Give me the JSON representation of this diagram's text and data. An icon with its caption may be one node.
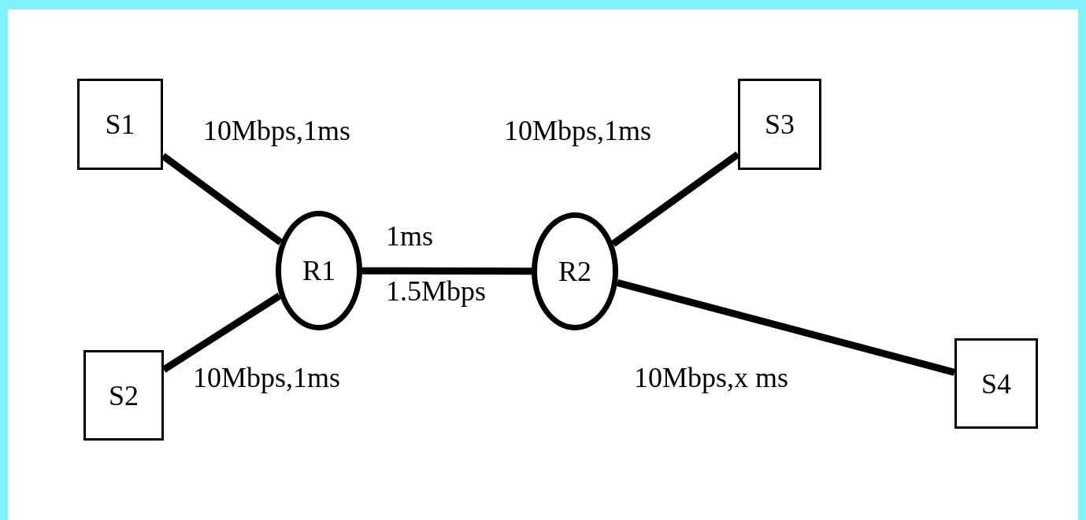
{
  "diagram": {
    "nodes": [
      {
        "text": [
          "S1"
        ]
      },
      {
        "text": [
          "S2"
        ]
      },
      {
        "text": [
          "R1"
        ]
      },
      {
        "text": [
          "R2"
        ]
      },
      {
        "text": [
          "S3"
        ]
      },
      {
        "text": [
          "S4"
        ]
      }
    ],
    "edges": [
      {
        "from": 0,
        "to": 2,
        "arrow": "none",
        "label": "10Mbps,1ms"
      },
      {
        "from": 1,
        "to": 2,
        "arrow": "none",
        "label": "10Mbps,1ms"
      },
      {
        "from": 2,
        "to": 3,
        "arrow": "none",
        "label": "1ms"
      },
      {
        "from": 3,
        "to": 4,
        "arrow": "none",
        "label": "10Mbps,1ms"
      },
      {
        "from": 3,
        "to": 5,
        "arrow": "none",
        "label": "10Mbps,x ms"
      }
    ],
    "labels": [
      "1.5Mbps"
    ]
  }
}
